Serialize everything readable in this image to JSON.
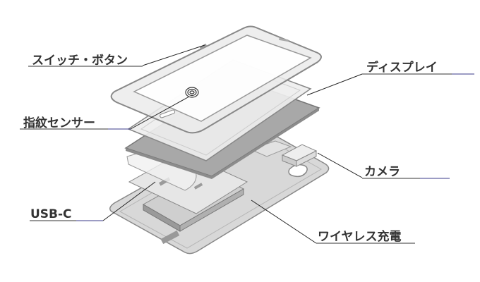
{
  "labels": {
    "switch_button": "スイッチ・ボタン",
    "fingerprint_sensor": "指紋センサー",
    "usb_c": "USB-C",
    "display": "ディスプレイ",
    "camera": "カメラ",
    "wireless_charging": "ワイヤレス充電"
  },
  "colors": {
    "leader_line": "#222222",
    "underline_accent": "#3a3a8a",
    "part_outline": "#8a8a8a",
    "panel_dark": "#a9a9a9",
    "case_fill": "#d6d6d6"
  }
}
